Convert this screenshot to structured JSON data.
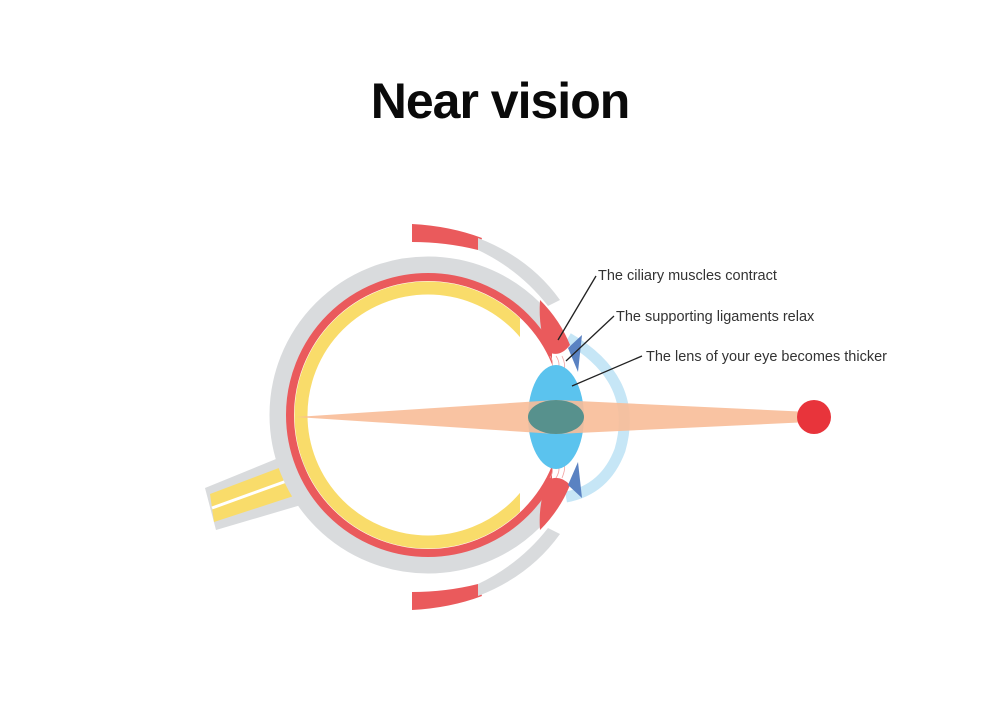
{
  "title": "Near vision",
  "labels": [
    "The ciliary muscles contract",
    "The supporting ligaments relax",
    "The lens of your eye becomes thicker"
  ],
  "colors": {
    "sclera": "#d9dbdd",
    "choroid": "#ea5a5c",
    "retina": "#f9dc6a",
    "lens": "#5bc3ee",
    "cornea": "#c6e6f6",
    "ray": "#f8bd98",
    "object": "#e8343b",
    "ligament": "#5a82c2"
  }
}
